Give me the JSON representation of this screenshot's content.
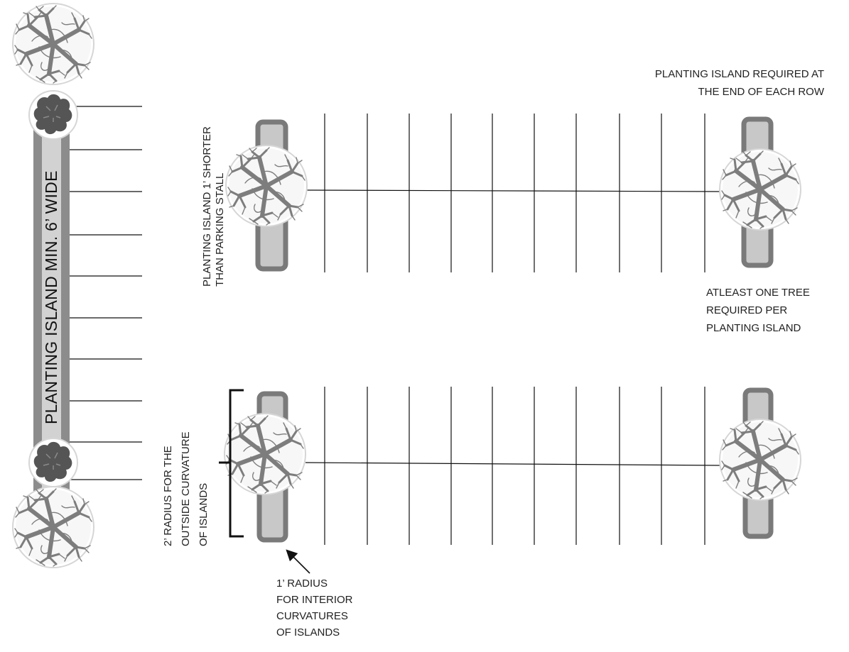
{
  "diagram": {
    "side_island_label": "PLANTING ISLAND MIN. 6’ WIDE",
    "end_row_note": [
      "PLANTING ISLAND REQUIRED AT",
      "THE  END OF EACH ROW"
    ],
    "shorter_note": [
      "PLANTING ISLAND 1’ SHORTER",
      "THAN PARKING STALL"
    ],
    "tree_note": [
      "ATLEAST ONE TREE",
      "REQUIRED PER",
      "PLANTING ISLAND"
    ],
    "outside_radius_note": [
      "2’ RADIUS  FOR THE",
      "OUTSIDE CURVATURE",
      "OF ISLANDS"
    ],
    "interior_radius_note": [
      "1’ RADIUS",
      "FOR INTERIOR",
      "CURVATURES",
      "OF ISLANDS"
    ]
  },
  "colors": {
    "island_fill": "#c8c8c8",
    "island_outline": "#7a7a7a",
    "tree_canopy": "#7d7d7d",
    "shrub": "#555555",
    "line": "#111111"
  },
  "icons": {
    "deciduous_tree": "tree-canopy-icon",
    "shrub": "shrub-icon",
    "arrow": "arrow-icon"
  }
}
